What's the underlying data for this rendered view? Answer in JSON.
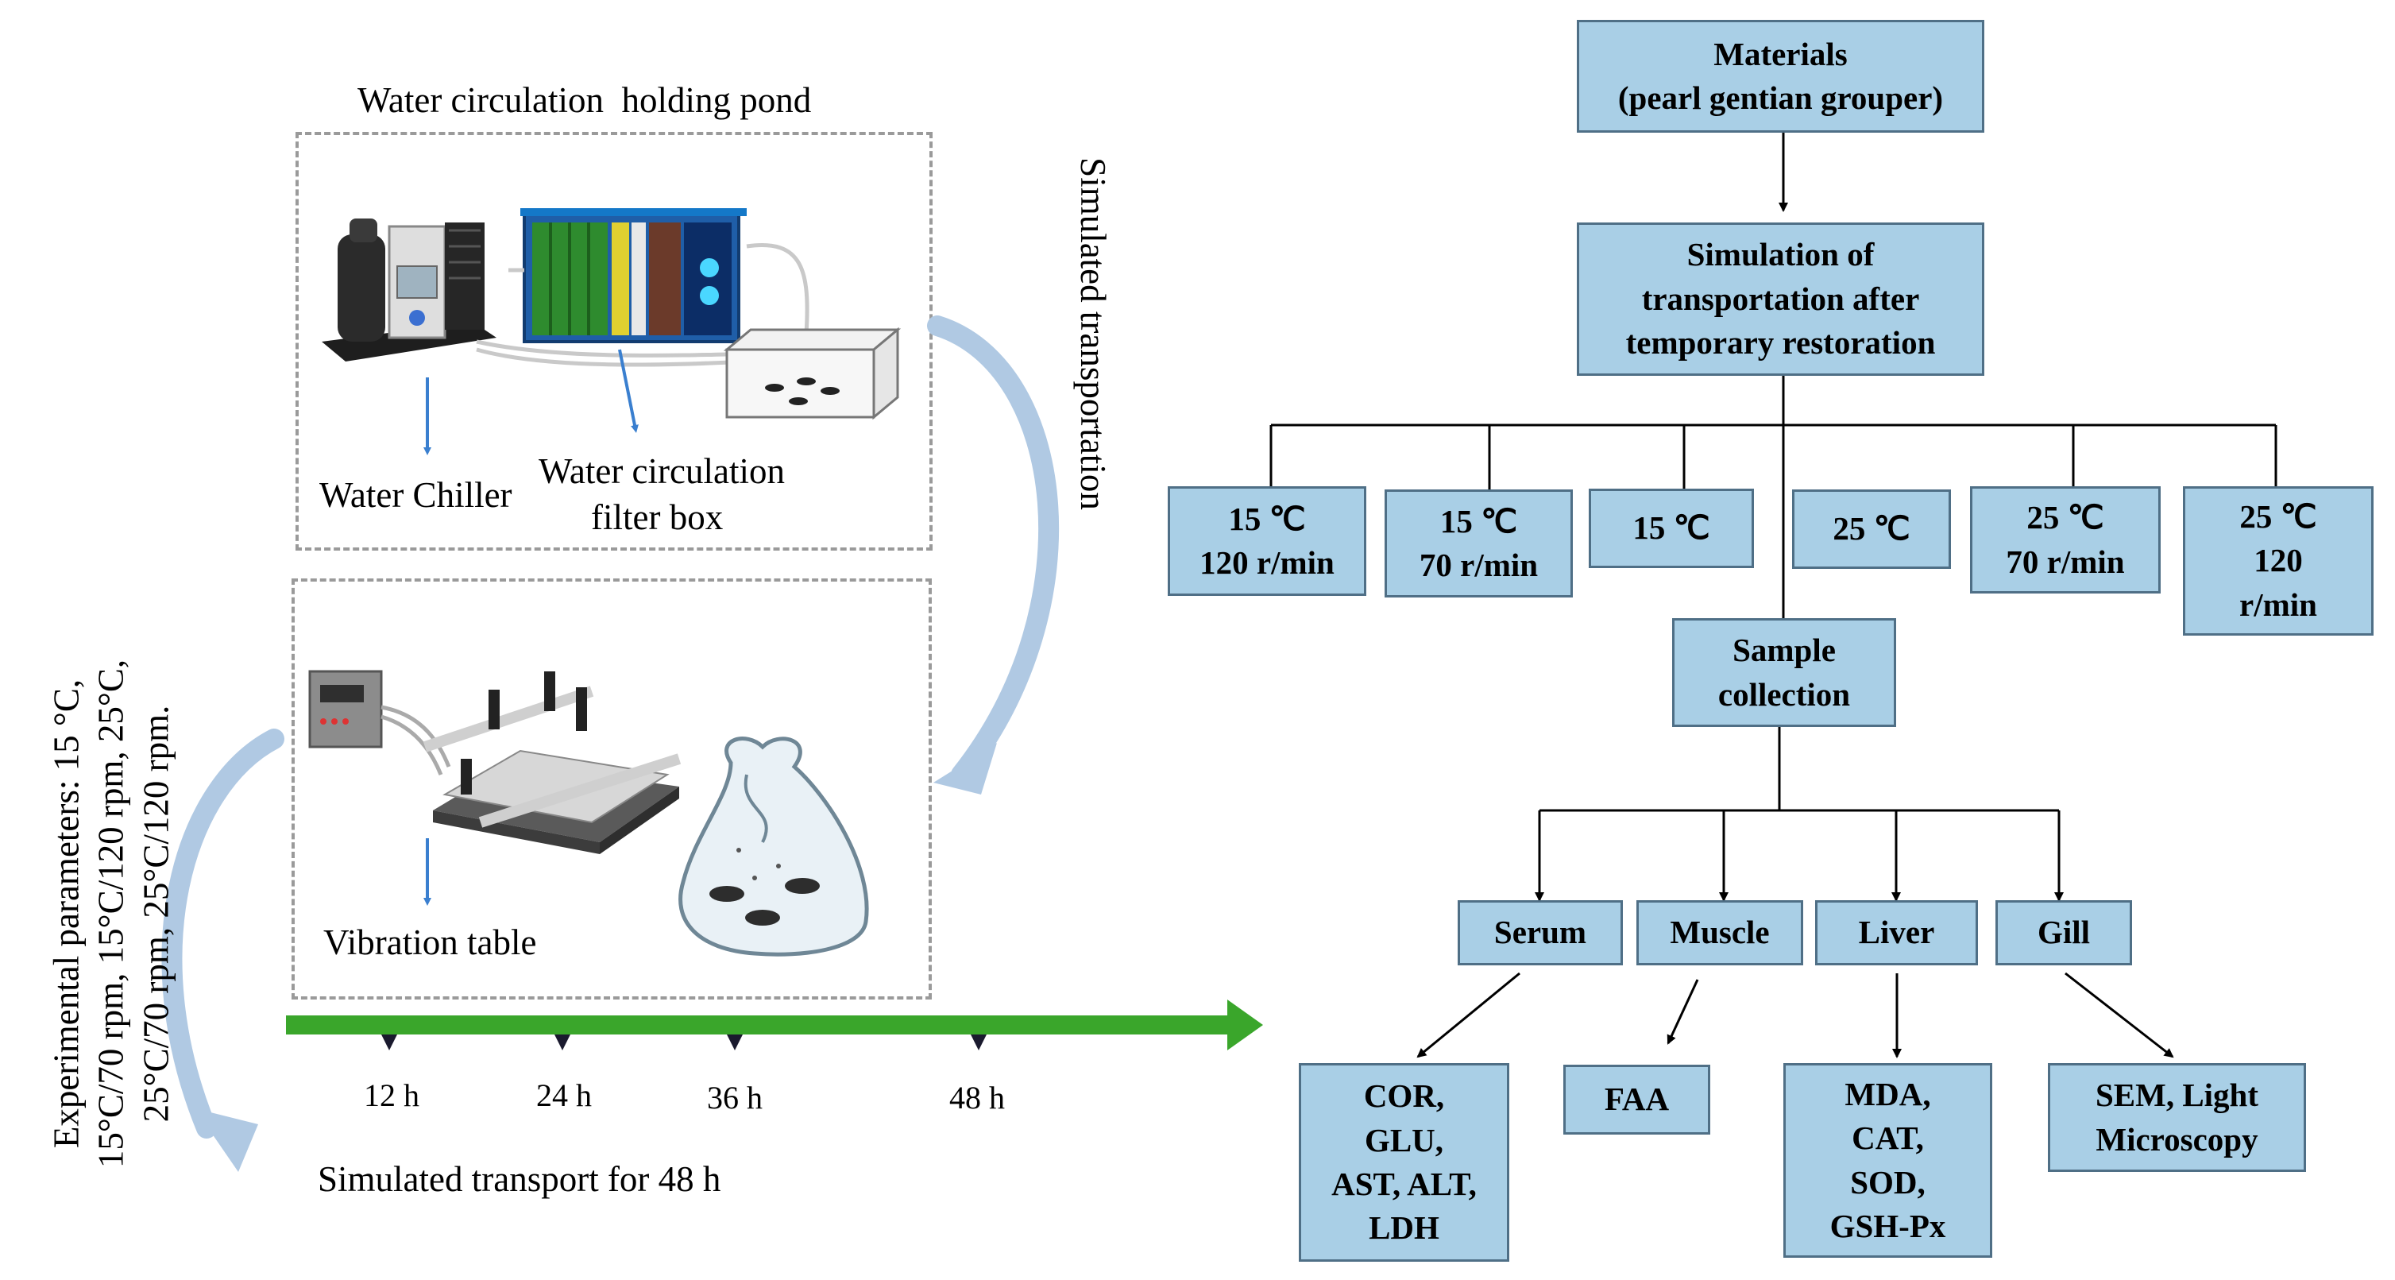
{
  "left_panel": {
    "top_box_title": "Water circulation  holding pond",
    "water_chiller_label": "Water Chiller",
    "filter_box_label_line1": "Water circulation",
    "filter_box_label_line2": "filter box",
    "vibration_table_label": "Vibration table",
    "side_label_right": "Simulated transportation",
    "side_label_left_line1": "Experimental parameters: 15 °C,",
    "side_label_left_line2": "15°C/70 rpm, 15°C/120 rpm, 25°C,",
    "side_label_left_line3": "25°C/70 rpm, 25°C/120 rpm.",
    "timeline_ticks": [
      "12 h",
      "24 h",
      "36 h",
      "48 h"
    ],
    "bottom_caption": "Simulated transport for 48 h"
  },
  "flowchart": {
    "materials": "Materials\n(pearl gentian grouper)",
    "simulation": "Simulation of\ntransportation after\ntemporary restoration",
    "groups": [
      "15 ℃\n120 r/min",
      "15 ℃\n70 r/min",
      "15 ℃",
      "25 ℃",
      "25 ℃\n70 r/min",
      "25 ℃\n120\nr/min"
    ],
    "sample_collection": "Sample\ncollection",
    "tissues": [
      "Serum",
      "Muscle",
      "Liver",
      "Gill"
    ],
    "assays": [
      "COR,\nGLU,\nAST, ALT,\nLDH",
      "FAA",
      "MDA,\nCAT,\nSOD,\nGSH-Px",
      "SEM, Light\nMicroscopy"
    ]
  },
  "colors": {
    "box_fill": "#a9cfe6",
    "box_border": "#4f6f86",
    "timeline_arrow": "#3aa62b",
    "curved_arrow": "#b0c9e3",
    "pointer_arrow": "#3a7fcf"
  }
}
